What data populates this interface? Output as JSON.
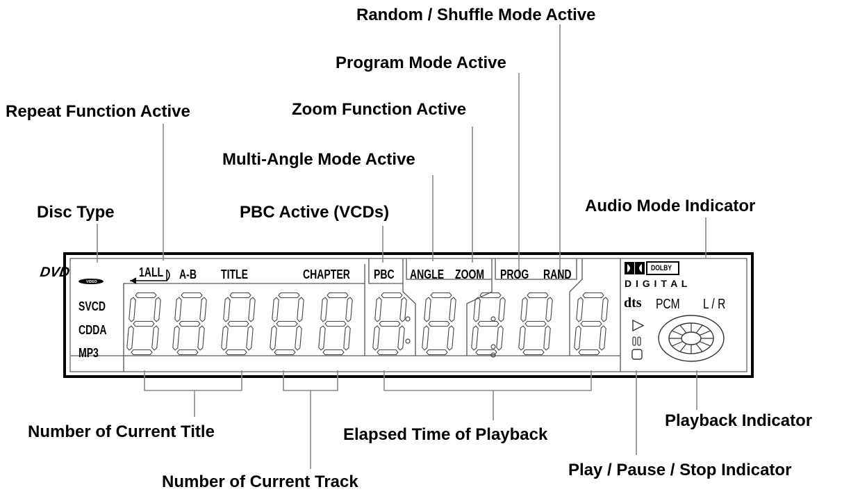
{
  "callouts": {
    "random_shuffle": "Random / Shuffle Mode Active",
    "program_mode": "Program Mode Active",
    "repeat_function": "Repeat Function Active",
    "zoom_function": "Zoom Function Active",
    "multi_angle": "Multi-Angle Mode  Active",
    "disc_type": "Disc Type",
    "pbc_active": "PBC Active (VCDs)",
    "audio_mode": "Audio Mode Indicator",
    "number_current_title": "Number of Current Title",
    "elapsed_time": "Elapsed Time of Playback",
    "playback_indicator": "Playback Indicator",
    "play_pause_stop": "Play / Pause / Stop Indicator",
    "number_current_track": "Number of Current Track"
  },
  "display": {
    "disc_types": [
      "SVCD",
      "CDDA",
      "MP3"
    ],
    "dvd_logo": "DVD",
    "dvd_logo_sub": "VIDEO",
    "repeat_label": "1ALL",
    "ab_label": "A-B",
    "title_label": "TITLE",
    "chapter_label": "CHAPTER",
    "pbc_label": "PBC",
    "angle_label": "ANGLE",
    "zoom_label": "ZOOM",
    "prog_label": "PROG",
    "rand_label": "RAND",
    "dolby_label": "DOLBY",
    "digital_label": "D I G I T A L",
    "dts_label": "dts",
    "pcm_label": "PCM",
    "lr_label": "L / R"
  },
  "colors": {
    "ink": "#000000",
    "lcd_stroke": "#555555",
    "leader": "#888888",
    "background": "#ffffff"
  }
}
